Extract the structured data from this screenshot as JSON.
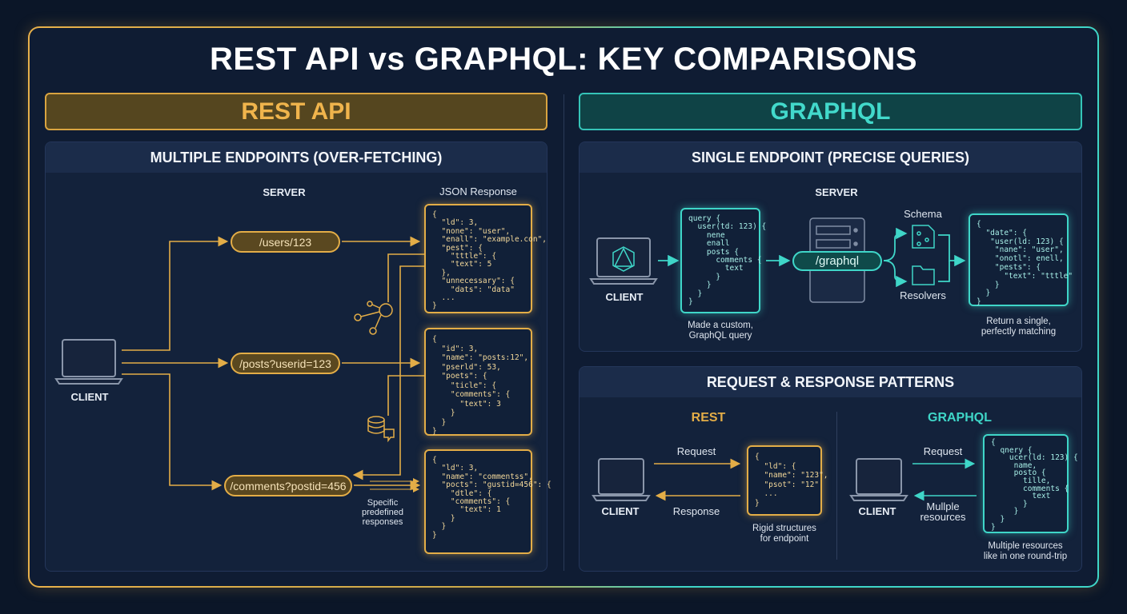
{
  "title": "REST API vs GRAPHQL: KEY COMPARISONS",
  "colors": {
    "rest": "#e3ad47",
    "graphql": "#3fd6c8",
    "background": "#0b1628"
  },
  "rest": {
    "header": "REST API",
    "panel_title": "MULTIPLE ENDPOINTS (OVER-FETCHING)",
    "server_label": "SERVER",
    "json_label": "JSON Response",
    "client_label": "CLIENT",
    "endpoints": [
      "/users/123",
      "/posts?userid=123",
      "/comments?postid=456"
    ],
    "responses": [
      "{\n  \"ld\": 3,\n  \"none\": \"user\",\n  \"enall\": \"example.con\",\n  \"pest\": {\n    \"tttle\": {\n    \"text\": 5\n  },\n  \"unnecessary\": {\n    \"dats\": \"data\"\n  ...\n}",
      "{\n  \"id\": 3,\n  \"name\": \"posts:12\",\n  \"pserld\": 53,\n  \"poets\": {\n    \"ticle\": {\n    \"comments\": {\n      \"text\": 3\n    }\n  }\n}",
      "{\n  \"ld\": 3,\n  \"name\": \"commentss\",\n  \"pocts\": \"gustid=456\": {\n    \"dtle\": {\n    \"comments\": {\n      \"text\": 1\n    }\n  }\n}"
    ],
    "note": [
      "Specific",
      "predefined",
      "responses"
    ]
  },
  "graphql": {
    "header": "GRAPHQL",
    "panel_title": "SINGLE ENDPOINT (PRECISE QUERIES)",
    "server_label": "SERVER",
    "client_label": "CLIENT",
    "query": "query {\n  user(td: 123) {\n    nene\n    enall\n    posts {\n      comments {\n        text\n      }\n    }\n  }\n}",
    "query_caption": [
      "Made a custom,",
      "GraphQL query"
    ],
    "endpoint": "/graphql",
    "schema_label": "Schema",
    "resolvers_label": "Resolvers",
    "response": "{\n  \"date\": {\n   \"user(ld: 123) {\n    \"nane\": \"user\",\n    \"onotl\": enell,\n    \"pests\": {\n      \"text\": \"tttle\"\n    }\n  }\n}",
    "response_caption": [
      "Return a single,",
      "perfectly matching"
    ]
  },
  "patterns": {
    "title": "REQUEST & RESPONSE PATTERNS",
    "rest": {
      "label": "REST",
      "client": "CLIENT",
      "request": "Request",
      "response": "Response",
      "code": "{\n  \"ld\": {\n  \"name\": \"123\",\n  \"psot\": \"12\"\n  ...\n}",
      "caption": [
        "Rigid structures",
        "for endpoint"
      ]
    },
    "graphql": {
      "label": "GRAPHQL",
      "client": "CLIENT",
      "request": "Request",
      "response": [
        "Mullple",
        "resources"
      ],
      "code": "{\n  qnery {\n    ucer(ld: 123) {\n     name,\n     posto {\n       tille,\n       comments {\n         text\n       }\n     }\n  }\n}",
      "caption": [
        "Multiple resources",
        "like in one round-trip"
      ]
    }
  }
}
